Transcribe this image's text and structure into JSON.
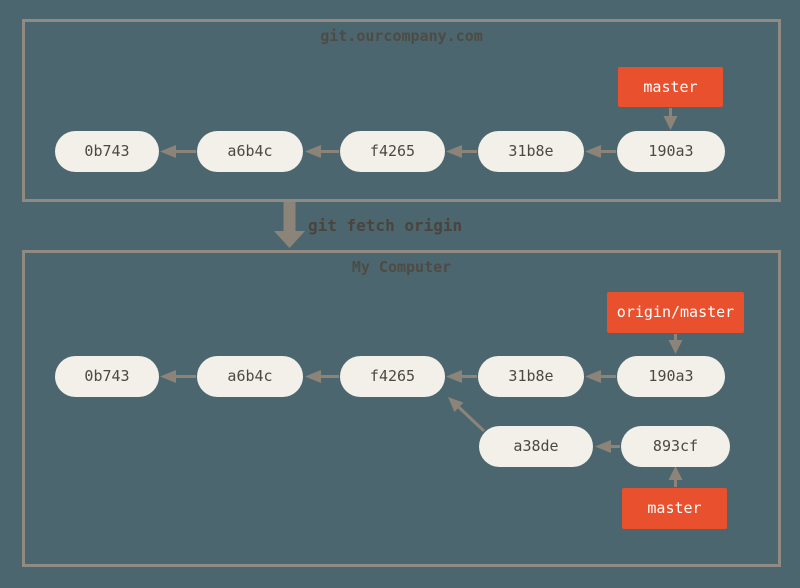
{
  "colors": {
    "canvas-bg": "#4c666f",
    "box-border": "#8f8a82",
    "node-fill": "#f2f0e9",
    "node-text": "#4a4944",
    "label-bg": "#e8502e",
    "label-text": "#ffffff",
    "arrow": "#8c8478",
    "title-text": "#4e4b45",
    "command-text": "#4a443c"
  },
  "command": "git fetch origin",
  "remote": {
    "title": "git.ourcompany.com",
    "branch_label": "master",
    "commits": [
      "0b743",
      "a6b4c",
      "f4265",
      "31b8e",
      "190a3"
    ]
  },
  "local": {
    "title": "My Computer",
    "remote_branch_label": "origin/master",
    "branch_label": "master",
    "commits": [
      "0b743",
      "a6b4c",
      "f4265",
      "31b8e",
      "190a3"
    ],
    "feature_commits": [
      "a38de",
      "893cf"
    ]
  }
}
